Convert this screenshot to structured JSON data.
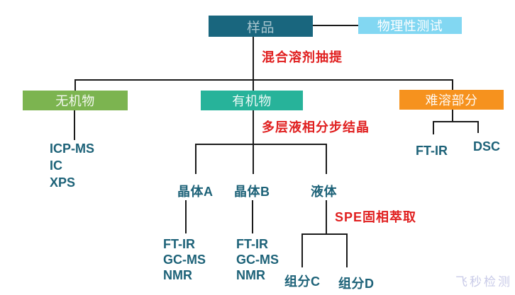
{
  "boxes": {
    "sample": "样品",
    "physical_test": "物理性测试",
    "inorganic": "无机物",
    "organic": "有机物",
    "insoluble": "难溶部分"
  },
  "process": {
    "solvent_extraction": "混合溶剂抽提",
    "fractional_crystallization": "多层液相分步结晶",
    "spe_extraction": "SPE固相萃取"
  },
  "fractions": {
    "crystal_a": "晶体A",
    "crystal_b": "晶体B",
    "liquid": "液体",
    "component_c": "组分C",
    "component_d": "组分D"
  },
  "methods": {
    "inorganic": [
      "ICP-MS",
      "IC",
      "XPS"
    ],
    "crystal_a": [
      "FT-IR",
      "GC-MS",
      "NMR"
    ],
    "crystal_b": [
      "FT-IR",
      "GC-MS",
      "NMR"
    ],
    "insoluble": [
      "FT-IR",
      "DSC"
    ]
  },
  "watermark": "飞秒检测",
  "colors": {
    "sample_box": "#19667e",
    "physical_test_box": "#82d7f2",
    "inorganic_box": "#7cb450",
    "organic_box": "#27b39a",
    "insoluble_box": "#f6921e",
    "process_text": "#e01f1f",
    "method_text": "#1d6278",
    "connector_line": "#1a1a1a",
    "watermark_text": "#c9cbe8",
    "background": "#ffffff"
  }
}
